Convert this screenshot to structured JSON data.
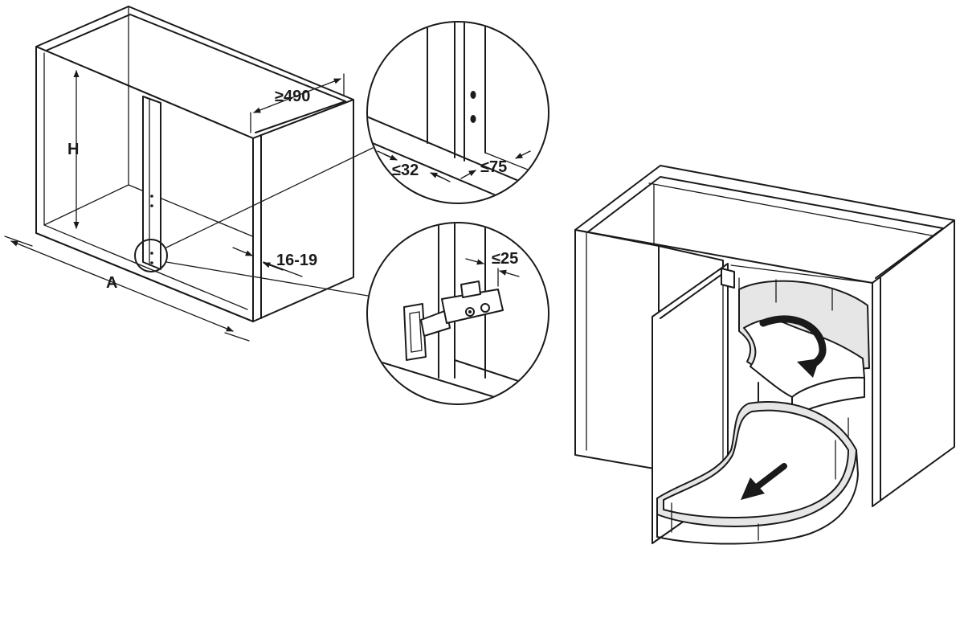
{
  "dimensions": {
    "height_label": "H",
    "width_label": "A",
    "depth_label": "≥490",
    "panel_thickness_label": "16-19",
    "offset_32_label": "≤32",
    "offset_75_label": "≤75",
    "hinge_offset_label": "≤25"
  },
  "icons": {
    "rotation_arrow": "curved-rotate-arrow-icon",
    "pull_out_arrow": "pull-out-arrow-icon",
    "hinge": "concealed-hinge-icon"
  },
  "colors": {
    "line": "#1a1a1a",
    "fill": "#ffffff",
    "shelf_tint": "#e6e6e6"
  }
}
